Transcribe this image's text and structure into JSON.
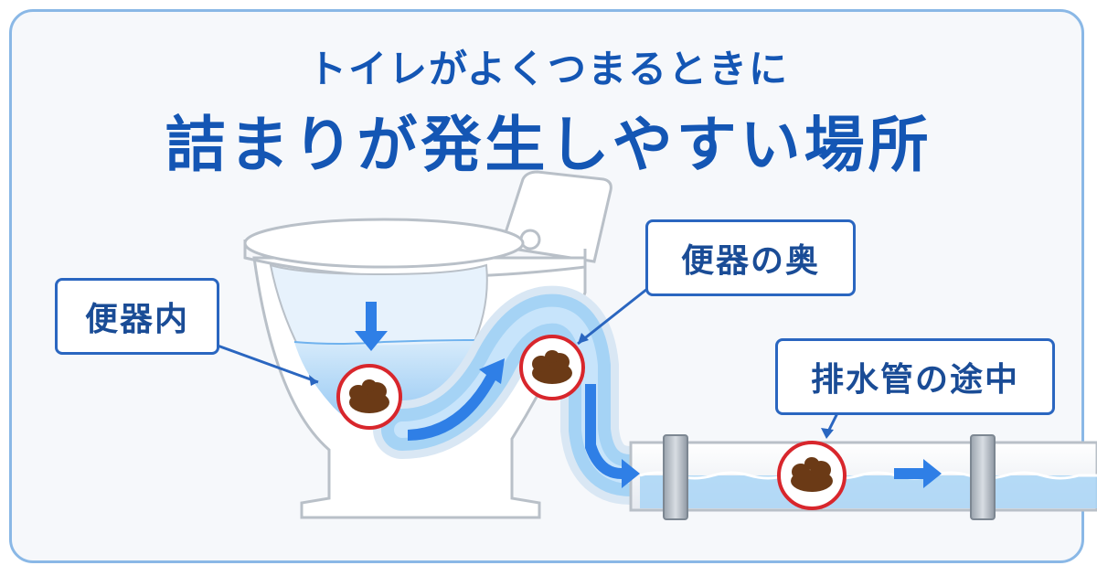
{
  "title": {
    "line1": "トイレがよくつまるときに",
    "line2": "詰まりが発生しやすい場所"
  },
  "callouts": {
    "bowl": "便器内",
    "back": "便器の奥",
    "pipe": "排水管の途中"
  },
  "colors": {
    "title": "#1456b4",
    "callout_border": "#2a66c0",
    "marker_ring": "#d8262c",
    "water": "#8fc5f2",
    "arrow": "#2f7fe6",
    "blockage": "#6b3a16"
  },
  "icons": [
    "down-arrow-icon",
    "flow-arrow-icon",
    "blockage-icon"
  ]
}
